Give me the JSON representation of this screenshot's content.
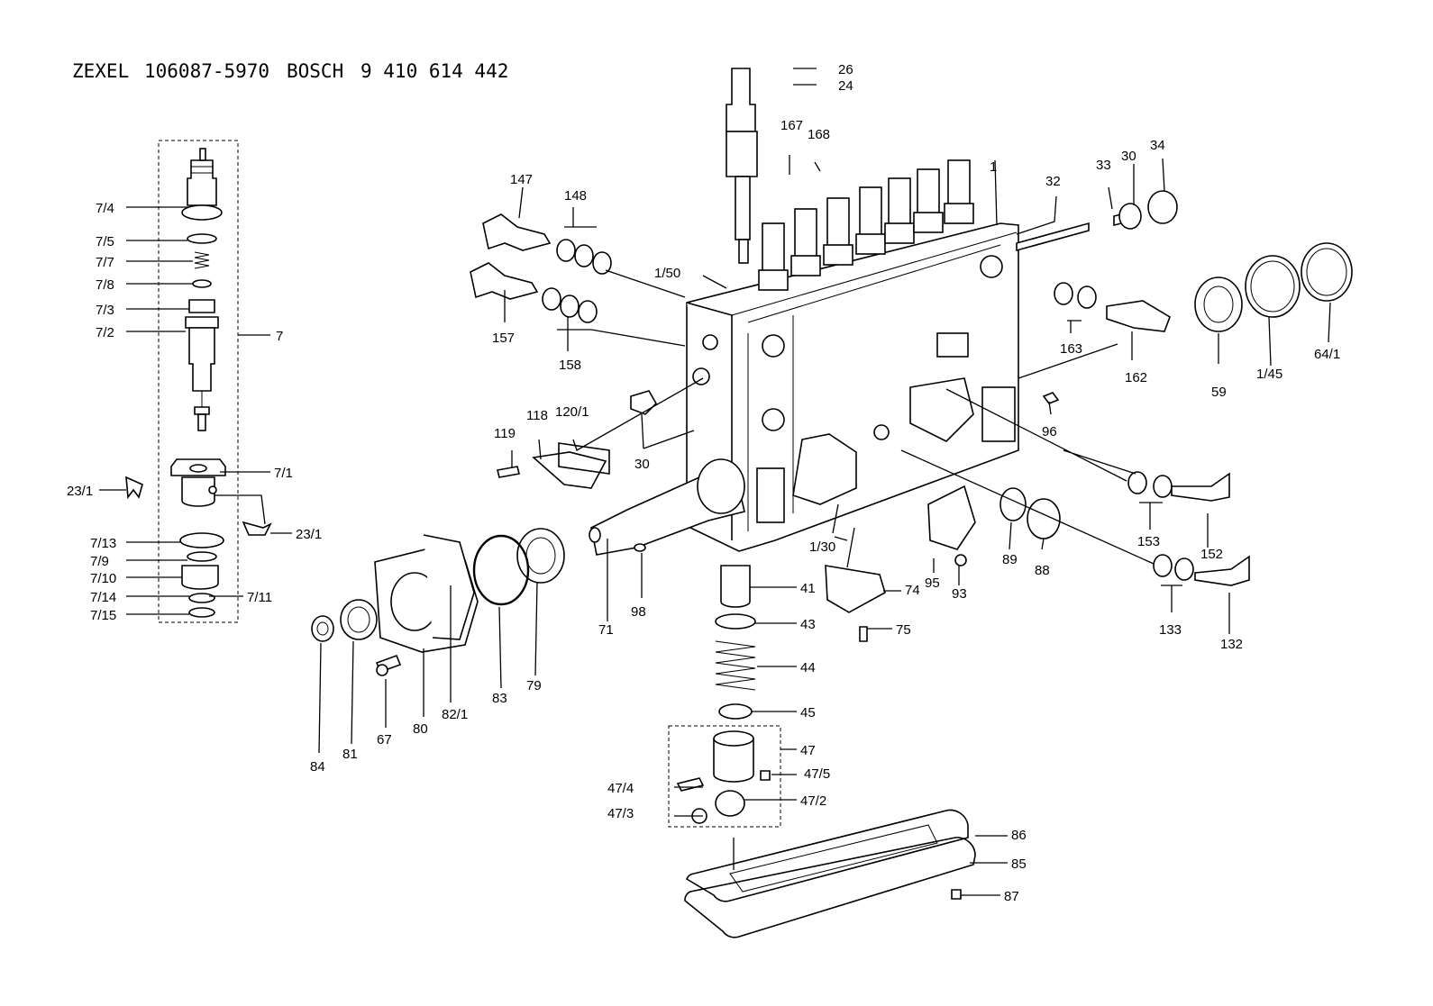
{
  "header": {
    "brand1": "ZEXEL",
    "part_no": "106087-5970",
    "brand2": "BOSCH",
    "bosch_no": "9 410 614 442"
  },
  "callouts": [
    {
      "id": "c26",
      "text": "26"
    },
    {
      "id": "c24",
      "text": "24"
    },
    {
      "id": "c167",
      "text": "167"
    },
    {
      "id": "c168",
      "text": "168"
    },
    {
      "id": "c1",
      "text": "1"
    },
    {
      "id": "c32",
      "text": "32"
    },
    {
      "id": "c33",
      "text": "33"
    },
    {
      "id": "c30a",
      "text": "30"
    },
    {
      "id": "c34",
      "text": "34"
    },
    {
      "id": "c147",
      "text": "147"
    },
    {
      "id": "c148",
      "text": "148"
    },
    {
      "id": "c150",
      "text": "1/50"
    },
    {
      "id": "c157",
      "text": "157"
    },
    {
      "id": "c158",
      "text": "158"
    },
    {
      "id": "c163",
      "text": "163"
    },
    {
      "id": "c162",
      "text": "162"
    },
    {
      "id": "c59",
      "text": "59"
    },
    {
      "id": "c145",
      "text": "1/45"
    },
    {
      "id": "c641",
      "text": "64/1"
    },
    {
      "id": "c96",
      "text": "96"
    },
    {
      "id": "c119",
      "text": "119"
    },
    {
      "id": "c118",
      "text": "118"
    },
    {
      "id": "c1201",
      "text": "120/1"
    },
    {
      "id": "c30b",
      "text": "30"
    },
    {
      "id": "c153",
      "text": "153"
    },
    {
      "id": "c152",
      "text": "152"
    },
    {
      "id": "c130",
      "text": "1/30"
    },
    {
      "id": "c95",
      "text": "95"
    },
    {
      "id": "c93",
      "text": "93"
    },
    {
      "id": "c89",
      "text": "89"
    },
    {
      "id": "c88",
      "text": "88"
    },
    {
      "id": "c133",
      "text": "133"
    },
    {
      "id": "c132",
      "text": "132"
    },
    {
      "id": "c41",
      "text": "41"
    },
    {
      "id": "c74",
      "text": "74"
    },
    {
      "id": "c43",
      "text": "43"
    },
    {
      "id": "c75",
      "text": "75"
    },
    {
      "id": "c44",
      "text": "44"
    },
    {
      "id": "c45",
      "text": "45"
    },
    {
      "id": "c47",
      "text": "47"
    },
    {
      "id": "c475",
      "text": "47/5"
    },
    {
      "id": "c474",
      "text": "47/4"
    },
    {
      "id": "c472",
      "text": "47/2"
    },
    {
      "id": "c473",
      "text": "47/3"
    },
    {
      "id": "c86",
      "text": "86"
    },
    {
      "id": "c85",
      "text": "85"
    },
    {
      "id": "c87",
      "text": "87"
    },
    {
      "id": "c71",
      "text": "71"
    },
    {
      "id": "c98",
      "text": "98"
    },
    {
      "id": "c79",
      "text": "79"
    },
    {
      "id": "c83",
      "text": "83"
    },
    {
      "id": "c821",
      "text": "82/1"
    },
    {
      "id": "c80",
      "text": "80"
    },
    {
      "id": "c67",
      "text": "67"
    },
    {
      "id": "c81",
      "text": "81"
    },
    {
      "id": "c84",
      "text": "84"
    },
    {
      "id": "c74a",
      "text": "7/4"
    },
    {
      "id": "c75a",
      "text": "7/5"
    },
    {
      "id": "c77",
      "text": "7/7"
    },
    {
      "id": "c78",
      "text": "7/8"
    },
    {
      "id": "c73",
      "text": "7/3"
    },
    {
      "id": "c72",
      "text": "7/2"
    },
    {
      "id": "c7",
      "text": "7"
    },
    {
      "id": "c71a",
      "text": "7/1"
    },
    {
      "id": "c231a",
      "text": "23/1"
    },
    {
      "id": "c231b",
      "text": "23/1"
    },
    {
      "id": "c713",
      "text": "7/13"
    },
    {
      "id": "c79a",
      "text": "7/9"
    },
    {
      "id": "c710",
      "text": "7/10"
    },
    {
      "id": "c714",
      "text": "7/14"
    },
    {
      "id": "c711",
      "text": "7/11"
    },
    {
      "id": "c715",
      "text": "7/15"
    }
  ]
}
